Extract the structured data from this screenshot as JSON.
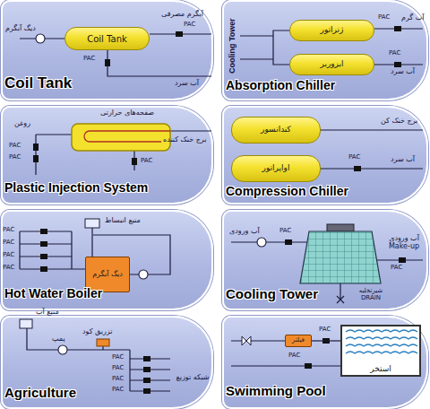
{
  "diagram": {
    "nodes": [
      {
        "text": [
          "Coil Tank"
        ]
      },
      {
        "text": [
          "Coil Tank"
        ],
        "in": 0
      },
      {
        "text": [
          "Absorption Chiller"
        ]
      },
      {
        "text": [
          "ژنراتور"
        ],
        "in": 2
      },
      {
        "text": [
          "ابزوربر"
        ],
        "in": 2
      },
      {
        "text": [
          "Plastic Injection System"
        ]
      },
      {
        "text": [
          "Compression Chiller"
        ]
      },
      {
        "text": [
          "کندانسور"
        ],
        "in": 6
      },
      {
        "text": [
          "اواپراتور"
        ],
        "in": 6
      },
      {
        "text": [
          "Hot Water Boiler"
        ]
      },
      {
        "text": [
          "دیگ آبگرم"
        ],
        "in": 9
      },
      {
        "text": [
          "Cooling Tower"
        ]
      },
      {
        "text": [
          "Agriculture"
        ]
      },
      {
        "text": [
          "Swimming Pool"
        ]
      },
      {
        "text": [
          "فیلتر"
        ],
        "in": 13
      },
      {
        "text": [
          "استخر"
        ],
        "in": 13
      }
    ],
    "edges": [
      {
        "from": 3,
        "to": 4,
        "arrow": "none"
      },
      {
        "from": 14,
        "to": 15,
        "arrow": "none"
      }
    ],
    "labels": [
      "آبگرم مصرفی",
      "PAC",
      "دیگ آبگرم",
      "PAC",
      "آب سرد",
      "Cooling Tower",
      "PAC",
      "آب گرم",
      "PAC",
      "آب سرد",
      "صفحه‌های حرارتی",
      "روغن",
      "PAC",
      "PAC",
      "برج خنک کننده",
      "PAC",
      "برج خنک کن",
      "PAC",
      "آب سرد",
      "منبع انبساط",
      "PAC",
      "PAC",
      "PAC",
      "PAC",
      "آب ورودی",
      "PAC",
      "آب ورودی Make-up",
      "PAC",
      "شیرتخلیه DRAIN",
      "منبع آب",
      "پمپ",
      "تزریق کود",
      "PAC",
      "PAC",
      "PAC",
      "PAC",
      "شبکه توزیع",
      "PAC",
      "PAC"
    ]
  }
}
